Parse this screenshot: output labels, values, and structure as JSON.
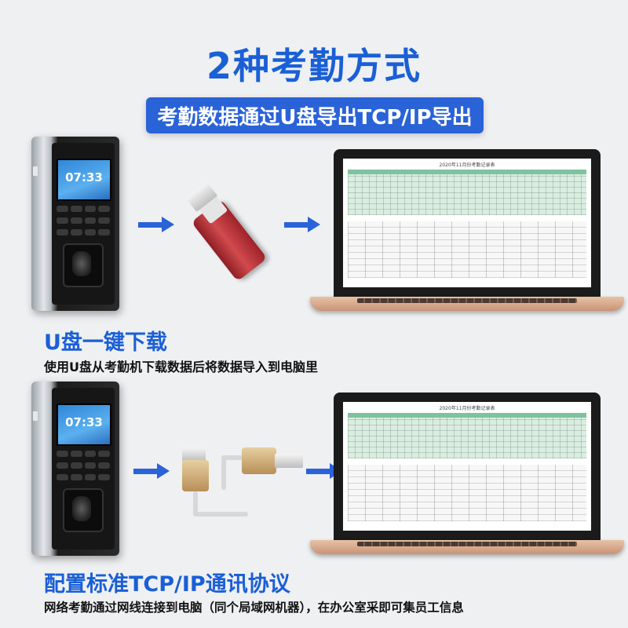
{
  "header": {
    "title": "2种考勤方式",
    "subtitle": "考勤数据通过U盘导出TCP/IP导出"
  },
  "section1": {
    "device_time": "07:33",
    "sheet_title": "2020年11月份考勤记录表",
    "heading": "U盘一键下载",
    "caption": "使用U盘从考勤机下载数据后将数据导入到电脑里"
  },
  "section2": {
    "device_time": "07:33",
    "sheet_title": "2020年11月份考勤记录表",
    "heading": "配置标准TCP/IP通讯协议",
    "caption": "网络考勤通过网线连接到电脑（同个局域网机器），在办公室采即可集员工信息"
  },
  "colors": {
    "accent": "#2a62d8",
    "title": "#1a5fd6"
  }
}
